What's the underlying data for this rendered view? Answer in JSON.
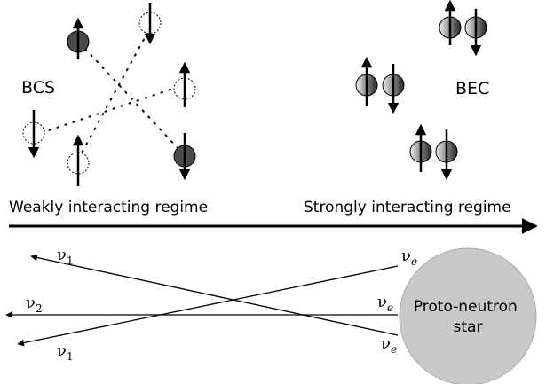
{
  "labels": {
    "bcs": "BCS",
    "bec": "BEC",
    "weak_regime": "Weakly interacting regime",
    "strong_regime": "Strongly interacting regime",
    "star": [
      "Proto-neutron",
      "star"
    ]
  },
  "neutrinos": {
    "left": [
      {
        "symbol": "ν",
        "sub": "1"
      },
      {
        "symbol": "ν",
        "sub": "2"
      },
      {
        "symbol": "ν",
        "sub": "1"
      }
    ],
    "right": [
      {
        "symbol": "ν",
        "sub": "e"
      },
      {
        "symbol": "ν",
        "sub": "e"
      },
      {
        "symbol": "ν",
        "sub": "e"
      }
    ]
  },
  "colors": {
    "line": "#000000",
    "star_fill": "#c8c8c8",
    "star_stroke": "#aaaaaa",
    "particle_dark": "#4a4a4a",
    "particle_light": "#eeeeee"
  }
}
